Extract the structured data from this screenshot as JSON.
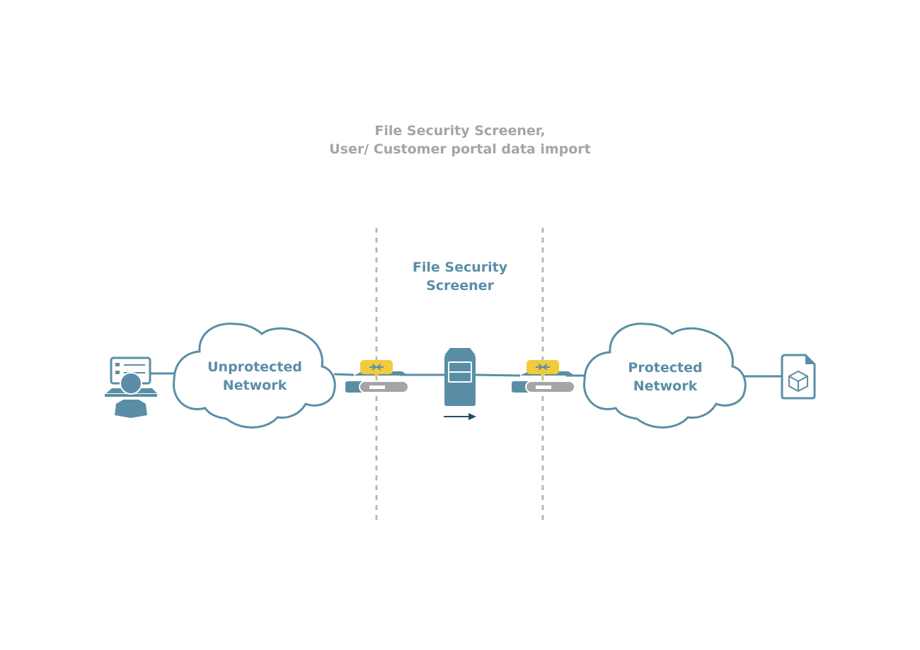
{
  "title": {
    "line1": "File Security Screener,",
    "line2": "User/ Customer portal data import"
  },
  "center_label": {
    "line1": "File Security",
    "line2": "Screener"
  },
  "clouds": [
    {
      "line1": "Unprotected",
      "line2": "Network"
    },
    {
      "line1": "Protected",
      "line2": "Network"
    }
  ],
  "colors": {
    "primary": "#5a8ea6",
    "dark": "#1f4f68",
    "gray": "#a5a5a7",
    "yellow": "#f2cb3c",
    "divider": "#b8b8b8",
    "background": "#ffffff"
  },
  "icons": [
    "user-at-computer-icon",
    "firewall-icon",
    "server-icon",
    "firewall-icon",
    "file-package-icon"
  ]
}
